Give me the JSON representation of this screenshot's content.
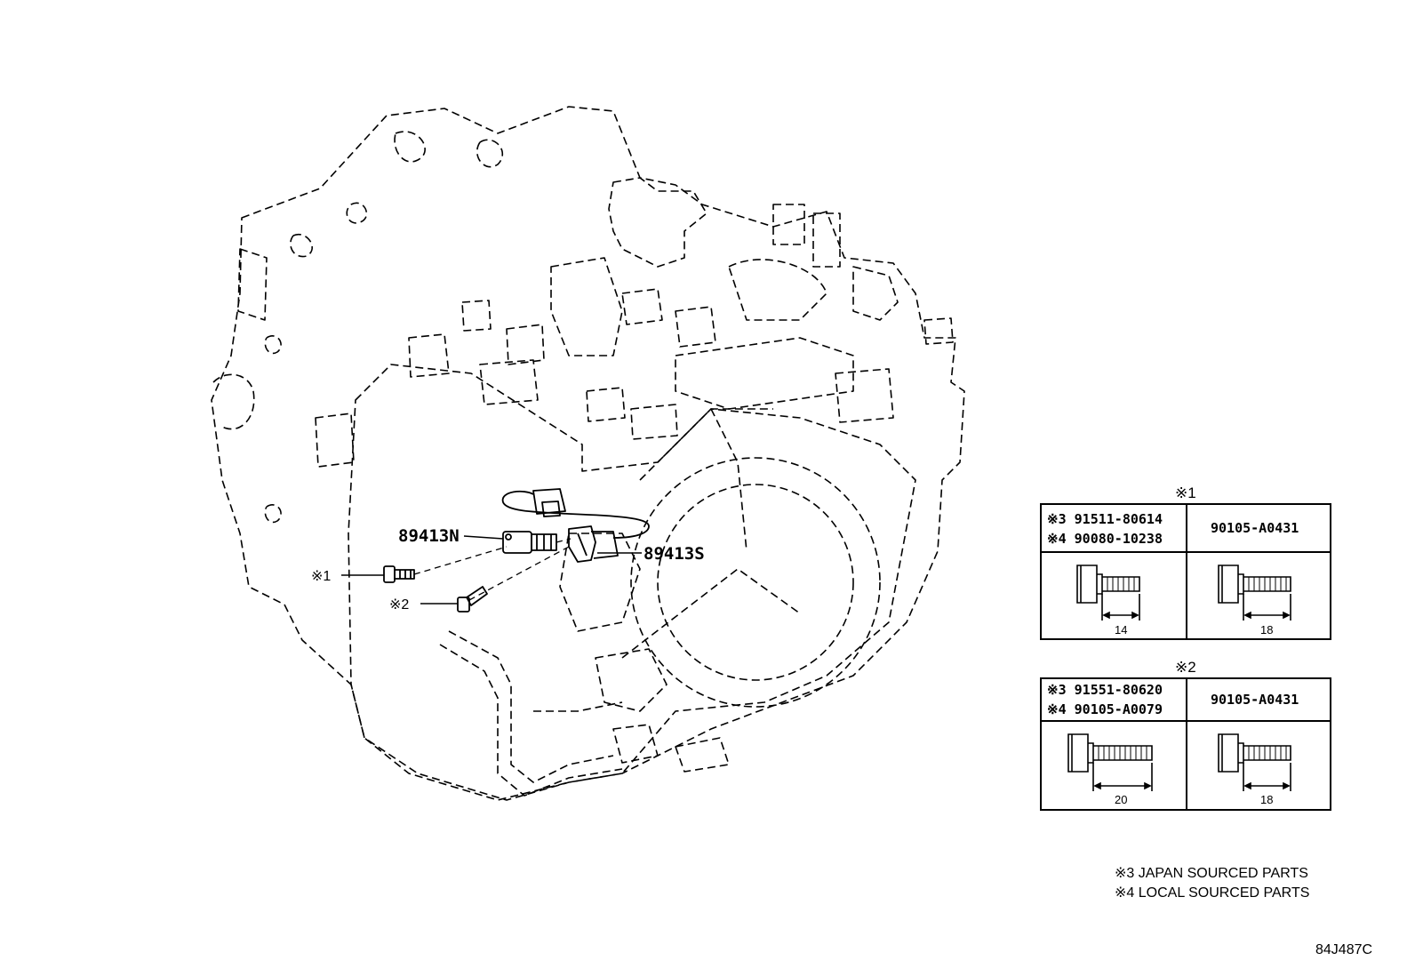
{
  "callouts": {
    "sensor_n": "89413N",
    "sensor_s": "89413S",
    "bolt_1": "※1",
    "bolt_2": "※2"
  },
  "tables": [
    {
      "title": "※1",
      "left_lines": [
        "※3 91511-80614",
        "※4 90080-10238"
      ],
      "right_part": "90105-A0431",
      "left_length": "14",
      "right_length": "18"
    },
    {
      "title": "※2",
      "left_lines": [
        "※3 91551-80620",
        "※4 90105-A0079"
      ],
      "right_part": "90105-A0431",
      "left_length": "20",
      "right_length": "18"
    }
  ],
  "notes": [
    "※3 JAPAN SOURCED PARTS",
    "※4 LOCAL SOURCED PARTS"
  ],
  "diagram_code": "84J487C"
}
